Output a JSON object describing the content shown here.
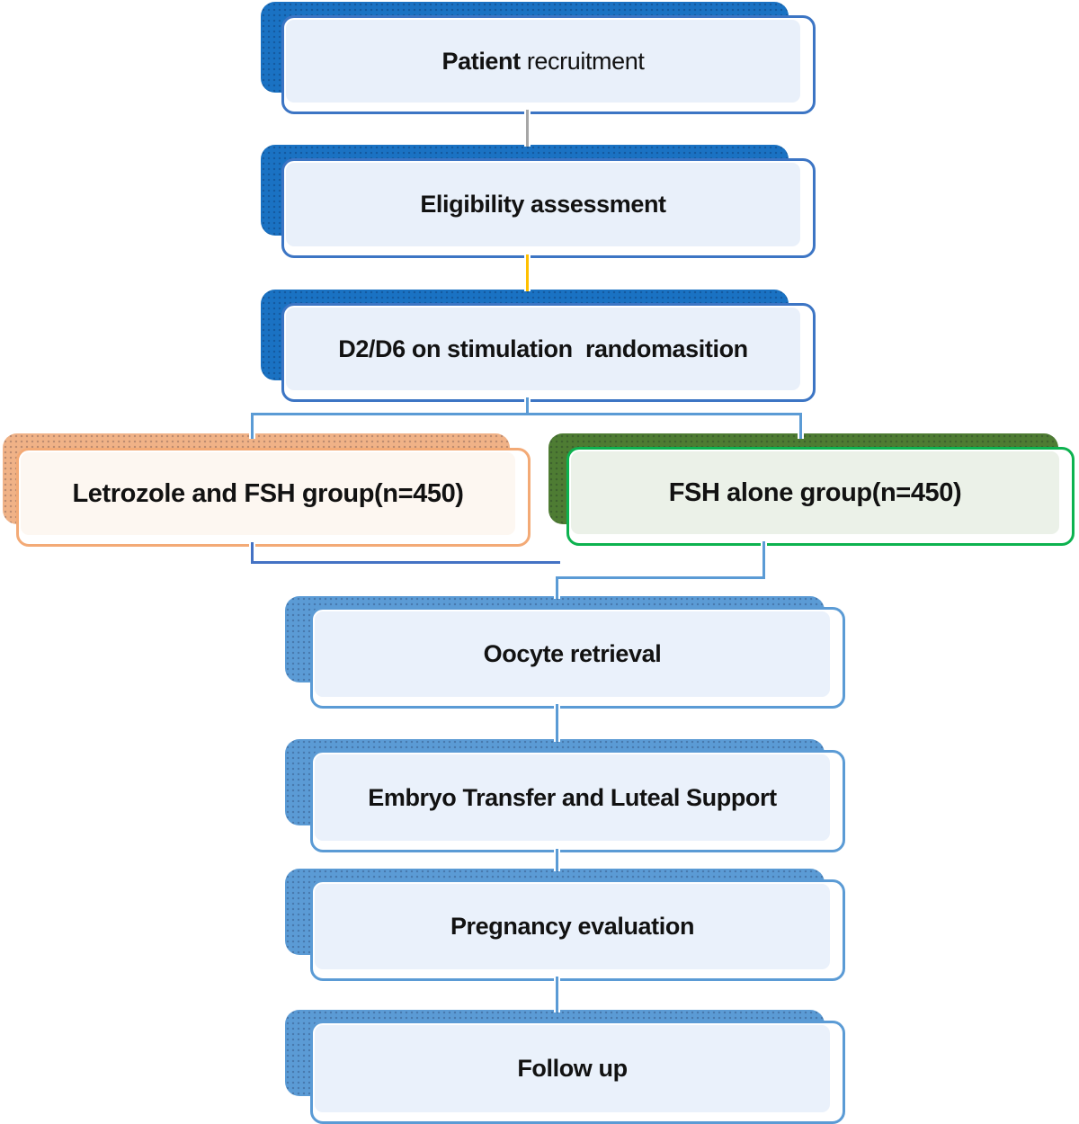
{
  "figure": {
    "type": "flowchart",
    "description": "Study design flow diagram of a randomized trial comparing letrozole plus FSH versus FSH alone"
  },
  "flowchart": {
    "nodes": [
      {
        "id": "patient-recruitment",
        "label_bold": "Patient",
        "label_rest": " recruitment",
        "theme": "deep-blue"
      },
      {
        "id": "eligibility-assessment",
        "label": "Eligibility assessment",
        "theme": "deep-blue"
      },
      {
        "id": "randomisation",
        "label": "D2/D6 on stimulation  randomasition",
        "theme": "deep-blue"
      },
      {
        "id": "letrozole-group",
        "label": "Letrozole and FSH group(n=450)",
        "theme": "orange"
      },
      {
        "id": "fsh-group",
        "label": "FSH alone group(n=450)",
        "theme": "green"
      },
      {
        "id": "oocyte-retrieval",
        "label": "Oocyte retrieval",
        "theme": "mid-blue"
      },
      {
        "id": "embryo-transfer",
        "label": "Embryo Transfer and Luteal Support",
        "theme": "mid-blue"
      },
      {
        "id": "pregnancy-evaluation",
        "label": "Pregnancy evaluation",
        "theme": "mid-blue"
      },
      {
        "id": "follow-up",
        "label": "Follow up",
        "theme": "mid-blue"
      }
    ],
    "edges": [
      {
        "from": "patient-recruitment",
        "to": "eligibility-assessment",
        "color": "gray"
      },
      {
        "from": "eligibility-assessment",
        "to": "randomisation",
        "color": "yellow"
      },
      {
        "from": "randomisation",
        "to": "letrozole-group",
        "color": "light-blue"
      },
      {
        "from": "randomisation",
        "to": "fsh-group",
        "color": "light-blue"
      },
      {
        "from": "letrozole-group",
        "to": "oocyte-retrieval",
        "color": "dark-blue"
      },
      {
        "from": "fsh-group",
        "to": "oocyte-retrieval",
        "color": "light-blue"
      },
      {
        "from": "oocyte-retrieval",
        "to": "embryo-transfer",
        "color": "light-blue"
      },
      {
        "from": "embryo-transfer",
        "to": "pregnancy-evaluation",
        "color": "light-blue"
      },
      {
        "from": "pregnancy-evaluation",
        "to": "follow-up",
        "color": "light-blue"
      }
    ]
  },
  "colors": {
    "deep_blue_shadow": "#1a72c3",
    "blue_border": "#3c75c4",
    "light_blue_fill": "#e9f0fa",
    "mid_blue": "#5b9bd5",
    "mid_blue_fill": "#eaf1fb",
    "gray_connector": "#a6a6a6",
    "yellow_connector": "#ffc000",
    "branch_blue": "#5b9bd5",
    "merge_dark_blue": "#4472c4",
    "orange_shadow": "#f0b287",
    "orange_border": "#f3aa76",
    "cream_fill": "#fdf7f1",
    "green_shadow": "#4e7c33",
    "green_border": "#0db24f",
    "green_fill": "#ebf1e8",
    "text": "#121212"
  }
}
